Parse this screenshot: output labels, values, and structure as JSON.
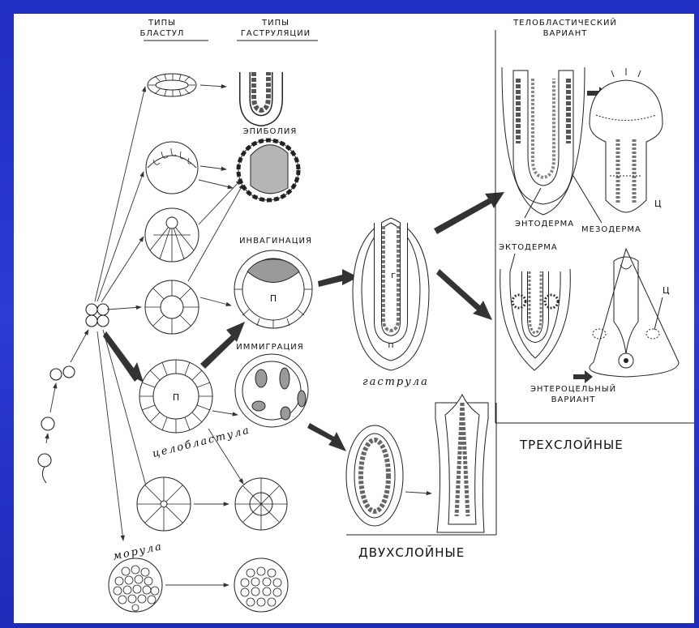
{
  "labels": {
    "blastula_types": "ТИПЫ\nБЛАСТУЛ",
    "gastrulation_types": "ТИПЫ\nГАСТРУЛЯЦИИ",
    "epiboly": "ЭПИБОЛИЯ",
    "invagination": "ИНВАГИНАЦИЯ",
    "immigration": "ИММИГРАЦИЯ",
    "teloblastic_variant": "ТЕЛОБЛАСТИЧЕСКИЙ\nВАРИАНТ",
    "entoderm_top": "ЭНТОДЕРМА",
    "mesoderm": "МЕЗОДЕРМА",
    "ectoderm": "ЭКТОДЕРМА",
    "enterocoel_variant": "ЭНТЕРОЦЕЛЬНЫЙ\nВАРИАНТ",
    "three_layered": "ТРЕХСЛОЙНЫЕ",
    "two_layered": "ДВУХСЛОЙНЫЕ",
    "gastrula": "гаструла",
    "coeloblastula": "целобластула",
    "morula": "морула",
    "letter_p1": "П",
    "letter_p2": "П",
    "letter_p3": "п",
    "letter_g": "г",
    "letter_c1": "Ц",
    "letter_c2": "Ц"
  }
}
